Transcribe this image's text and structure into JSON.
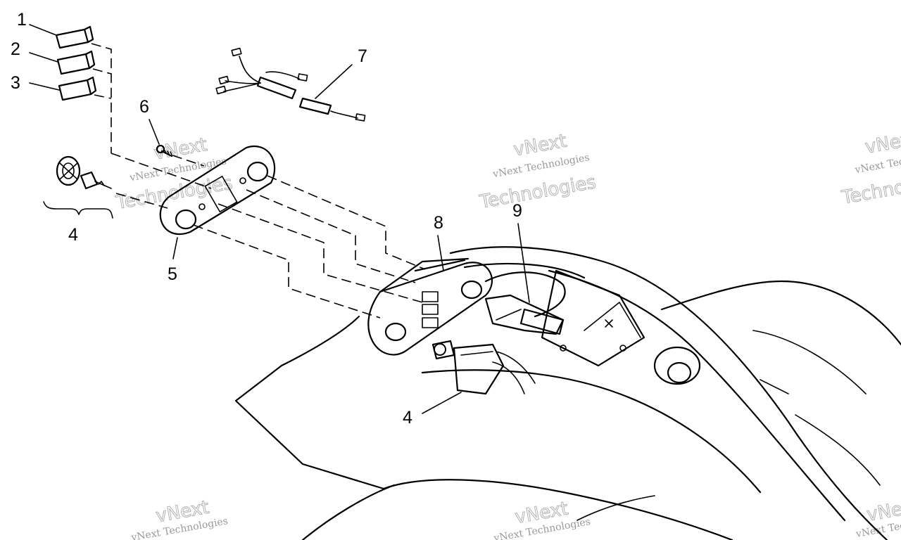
{
  "callouts": {
    "c1": "1",
    "c2": "2",
    "c3": "3",
    "c4a": "4",
    "c5": "5",
    "c6": "6",
    "c7": "7",
    "c8": "8",
    "c9": "9",
    "c4b": "4"
  },
  "watermark": {
    "company": "vNext Technologies",
    "word1": "vNext",
    "word2": "Technologies"
  }
}
